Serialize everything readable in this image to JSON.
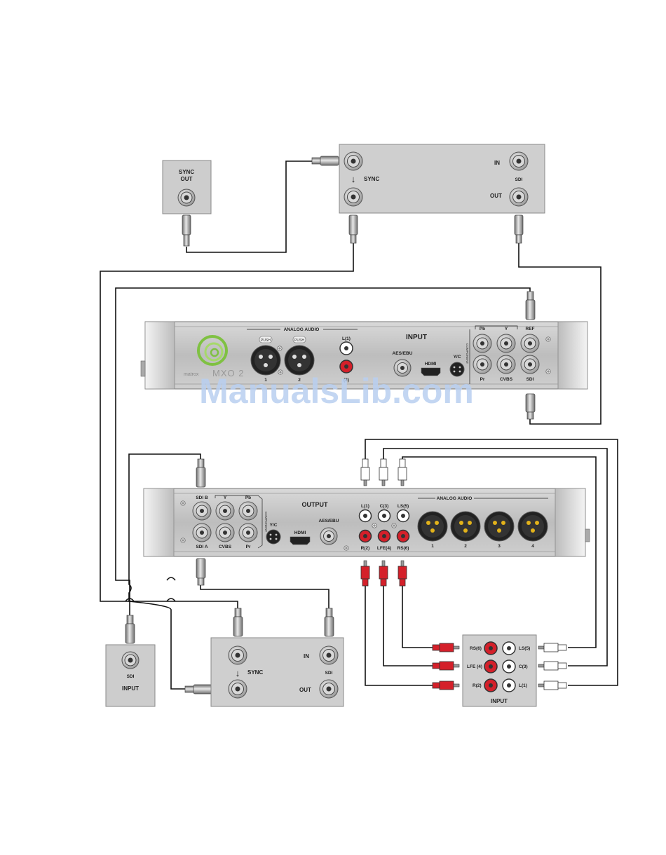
{
  "sync_generator": {
    "line1": "SYNC",
    "line2": "OUT"
  },
  "distribution_top": {
    "sync": "SYNC",
    "in": "IN",
    "sdi": "SDI",
    "out": "OUT"
  },
  "mx02_input": {
    "analog_audio": "ANALOG AUDIO",
    "push": "PUSH",
    "xlr1": "1",
    "xlr2": "2",
    "l1": "L(1)",
    "r2": "(2)",
    "input": "INPUT",
    "aes_ebu": "AES/EBU",
    "hdmi": "HDMI",
    "yc": "Y/C",
    "pb": "Pb",
    "y": "Y",
    "ref": "REF",
    "pr": "Pr",
    "cvbs": "CVBS",
    "sdi": "SDI",
    "component": "COMPONENT",
    "brand": "MXO 2",
    "maker": "matrox"
  },
  "watermark": "ManualsLib.com",
  "mx02_output": {
    "sdi_b": "SDI B",
    "y": "Y",
    "pb": "Pb",
    "sdi_a": "SDI A",
    "cvbs": "CVBS",
    "pr": "Pr",
    "component": "COMPONENT",
    "yc": "Y/C",
    "hdmi": "HDMI",
    "output": "OUTPUT",
    "aes_ebu": "AES/EBU",
    "l1": "L(1)",
    "c3": "C(3)",
    "ls5": "LS(5)",
    "r2": "R(2)",
    "lfe4": "LFE(4)",
    "rs6": "RS(6)",
    "analog_audio": "ANALOG AUDIO",
    "xlr1": "1",
    "xlr2": "2",
    "xlr3": "3",
    "xlr4": "4"
  },
  "sdi_input_box": {
    "sdi": "SDI",
    "input": "INPUT"
  },
  "distribution_bottom": {
    "sync": "SYNC",
    "in": "IN",
    "sdi": "SDI",
    "out": "OUT"
  },
  "audio_input_box": {
    "rs6": "RS(6)",
    "ls5": "LS(5)",
    "lfe4": "LFE (4)",
    "c3": "C(3)",
    "r2": "R(2)",
    "l1": "L(1)",
    "input": "INPUT"
  },
  "colors": {
    "device_gray": "#c9c9c9",
    "cable": "#111111",
    "rca_red": "#d4202a",
    "rca_white": "#ffffff",
    "bnc_metal": "#9a9a9a",
    "xlr_gold": "#e2b21a",
    "watermark": "#b9cff0"
  }
}
